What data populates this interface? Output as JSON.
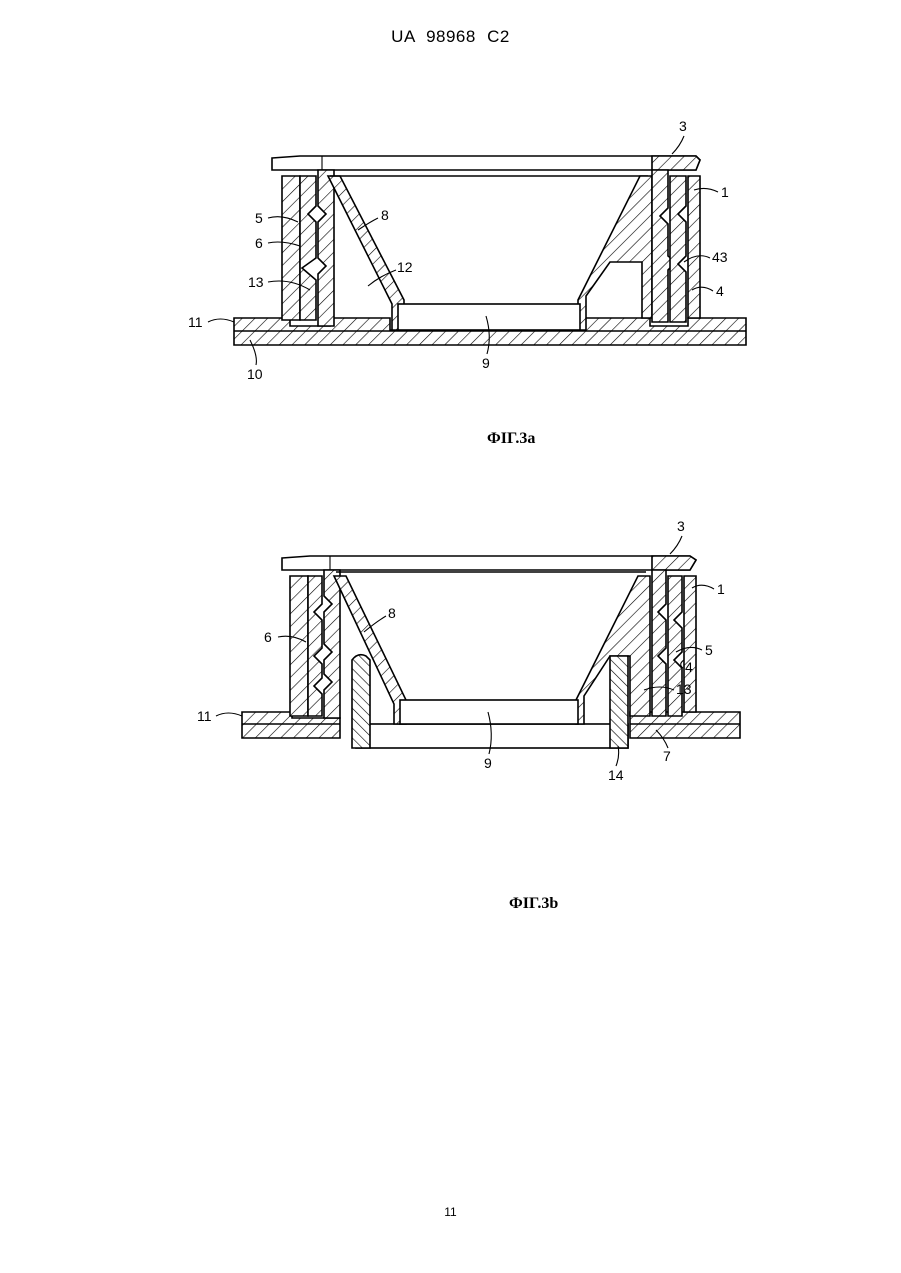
{
  "header": {
    "text": "UA   98968   C2"
  },
  "fig_a": {
    "caption": "ФІГ.3а",
    "refs": {
      "r3": "3",
      "r1": "1",
      "r5": "5",
      "r8": "8",
      "r6": "6",
      "r43": "43",
      "r12": "12",
      "r13": "13",
      "r4": "4",
      "r11": "11",
      "r9": "9",
      "r10": "10"
    }
  },
  "fig_b": {
    "caption": "ФІГ.3b",
    "refs": {
      "r3": "3",
      "r1": "1",
      "r8": "8",
      "r6": "6",
      "r5": "5",
      "r4": "4",
      "r13": "13",
      "r11": "11",
      "r9": "9",
      "r14": "14",
      "r7": "7"
    }
  },
  "page_number": "11"
}
